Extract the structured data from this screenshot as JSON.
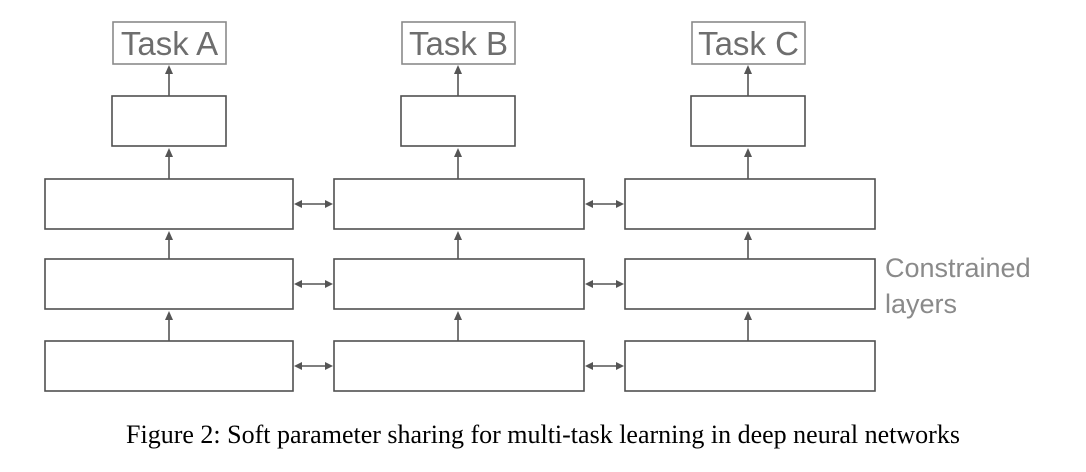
{
  "tasks": [
    "Task A",
    "Task B",
    "Task C"
  ],
  "side_label": {
    "line1": "Constrained",
    "line2": "layers"
  },
  "caption": "Figure 2: Soft parameter sharing for multi-task learning in deep neural networks",
  "colors": {
    "box_border": "#505050",
    "task_border": "#8a8a8a",
    "arrow": "#555555",
    "label_text": "#6e6e6e",
    "side_text": "#8a8a8a"
  }
}
